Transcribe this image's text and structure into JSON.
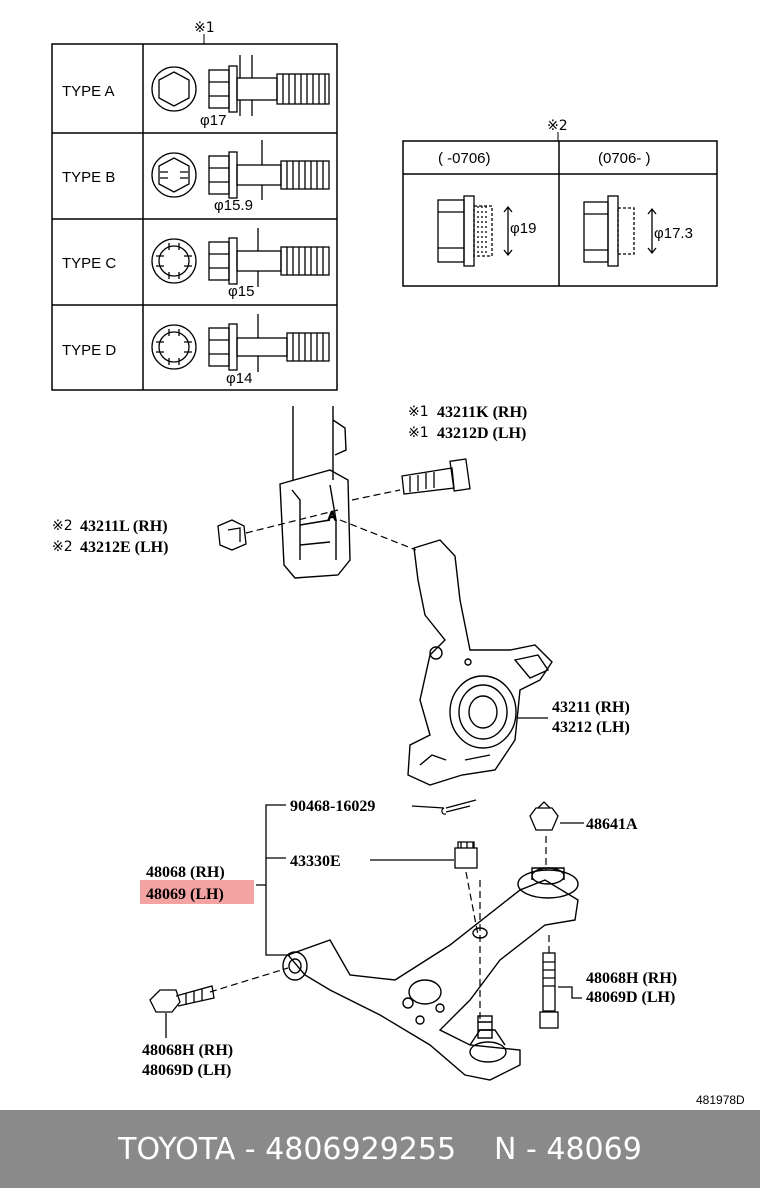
{
  "bolt_table": {
    "marker": "※1",
    "rows": [
      {
        "type": "TYPE  A",
        "diameter": "φ17"
      },
      {
        "type": "TYPE  B",
        "diameter": "φ15.9"
      },
      {
        "type": "TYPE  C",
        "diameter": "φ15"
      },
      {
        "type": "TYPE  D",
        "diameter": "φ14"
      }
    ]
  },
  "nut_table": {
    "marker": "※2",
    "col1_header": "(      -0706)",
    "col2_header": "(0706-      )",
    "col1_diameter": "φ19",
    "col2_diameter": "φ17.3"
  },
  "parts": {
    "bolt_rh": {
      "mark": "※1",
      "code": "43211K (RH)"
    },
    "bolt_lh": {
      "mark": "※1",
      "code": "43212D (LH)"
    },
    "nut_rh": {
      "mark": "※2",
      "code": "43211L (RH)"
    },
    "nut_lh": {
      "mark": "※2",
      "code": "43212E (LH)"
    },
    "knuckle_rh": "43211 (RH)",
    "knuckle_lh": "43212 (LH)",
    "cotter_pin": "90468-16029",
    "castle_nut": "43330E",
    "arm_rh": "48068 (RH)",
    "arm_lh": "48069 (LH)",
    "ball_joint_bolt": "48641A",
    "rear_bolt_rh": "48068H (RH)",
    "rear_bolt_lh": "48069D (LH)",
    "front_bolt_rh": "48068H (RH)",
    "front_bolt_lh": "48069D (LH)"
  },
  "diagram_id": "481978D",
  "footer": {
    "brand_part": "TOYOTA - 4806929255",
    "ref": "N - 48069"
  },
  "highlight_color": "#f4a3a3"
}
